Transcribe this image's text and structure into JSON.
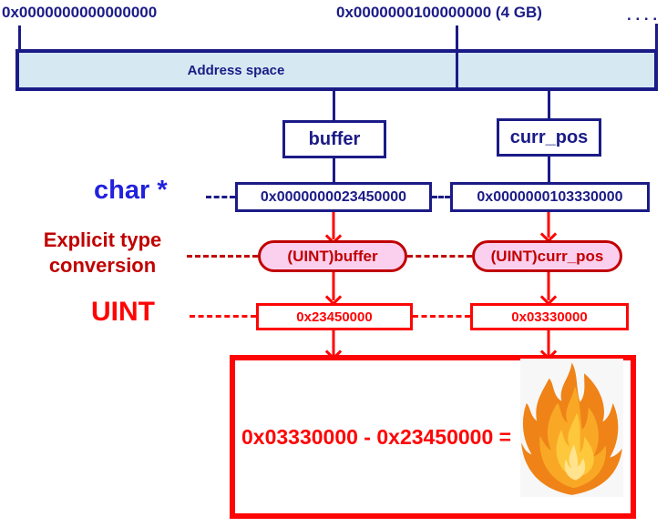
{
  "axis": {
    "left_address": "0x0000000000000000",
    "right_address": "0x0000000100000000 (4 GB)",
    "continuation_dots": ". . . .",
    "bar_label": "Address space"
  },
  "rows": {
    "pointer_type_label": "char *",
    "conversion_label": "Explicit type conversion",
    "uint_label": "UINT"
  },
  "columns": [
    {
      "name": "buffer",
      "address": "0x0000000023450000",
      "cast": "(UINT)buffer",
      "uint": "0x23450000"
    },
    {
      "name": "curr_pos",
      "address": "0x0000000103330000",
      "cast": "(UINT)curr_pos",
      "uint": "0x03330000"
    }
  ],
  "result": {
    "expression": "0x03330000 - 0x23450000 =",
    "icon": "fire-icon"
  },
  "colors": {
    "navy": "#1b1b87",
    "bar_fill": "#d6e9f2",
    "pointer_blue": "#2222dd",
    "dark_red": "#c00000",
    "pill_pink": "#fbd0ee",
    "bright_red": "#fe0505",
    "fire_bg": "#f7f7f7"
  }
}
